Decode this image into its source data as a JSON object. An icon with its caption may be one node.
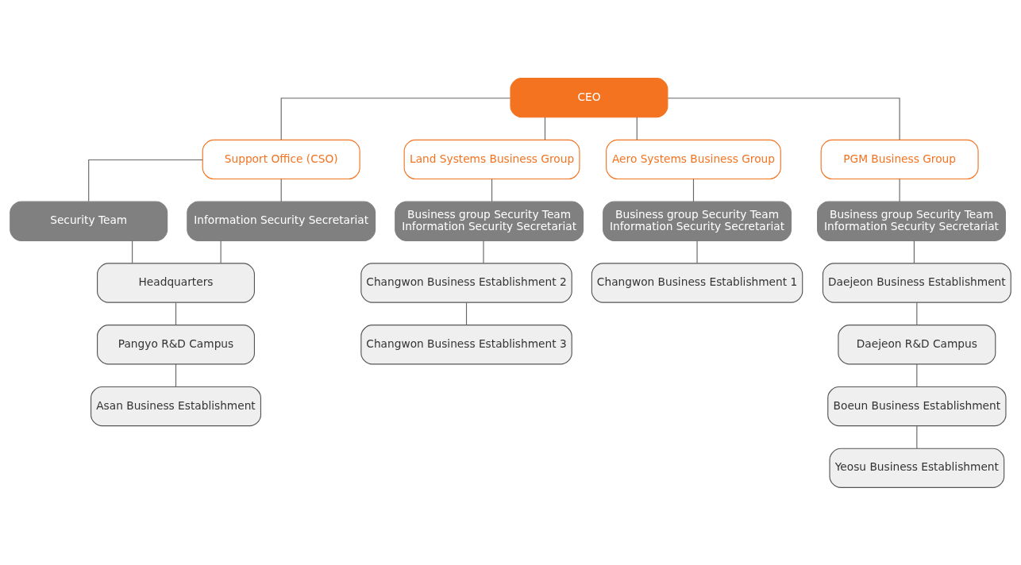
{
  "diagram": {
    "nodes": [
      {
        "text": [
          "CEO"
        ]
      },
      {
        "text": [
          "Support Office (CSO)"
        ]
      },
      {
        "text": [
          "Land Systems Business Group"
        ]
      },
      {
        "text": [
          "Aero Systems Business Group"
        ]
      },
      {
        "text": [
          "PGM Business Group"
        ]
      },
      {
        "text": [
          "Security Team"
        ]
      },
      {
        "text": [
          "Information Security Secretariat"
        ]
      },
      {
        "text": [
          "Business group Security Team",
          "Information Security Secretariat"
        ]
      },
      {
        "text": [
          "Business group Security Team",
          "Information Security Secretariat"
        ]
      },
      {
        "text": [
          "Business group Security Team",
          "Information Security Secretariat"
        ]
      },
      {
        "text": [
          "Headquarters"
        ]
      },
      {
        "text": [
          "Changwon Business Establishment 2"
        ]
      },
      {
        "text": [
          "Changwon Business Establishment 1"
        ]
      },
      {
        "text": [
          "Daejeon Business Establishment"
        ]
      },
      {
        "text": [
          "Pangyo R&D Campus"
        ]
      },
      {
        "text": [
          "Changwon Business Establishment 3"
        ]
      },
      {
        "text": [
          "Daejeon R&D Campus"
        ]
      },
      {
        "text": [
          "Asan Business Establishment"
        ]
      },
      {
        "text": [
          "Boeun Business Establishment"
        ]
      },
      {
        "text": [
          "Yeosu Business Establishment"
        ]
      }
    ],
    "edges": [
      {
        "from": 0,
        "to": 1,
        "arrow": "none"
      },
      {
        "from": 0,
        "to": 2,
        "arrow": "none"
      },
      {
        "from": 0,
        "to": 3,
        "arrow": "none"
      },
      {
        "from": 0,
        "to": 4,
        "arrow": "none"
      },
      {
        "from": 1,
        "to": 5,
        "arrow": "none"
      },
      {
        "from": 1,
        "to": 6,
        "arrow": "none"
      },
      {
        "from": 5,
        "to": 10,
        "arrow": "none"
      },
      {
        "from": 6,
        "to": 10,
        "arrow": "none"
      },
      {
        "from": 10,
        "to": 14,
        "arrow": "none"
      },
      {
        "from": 14,
        "to": 17,
        "arrow": "none"
      },
      {
        "from": 2,
        "to": 7,
        "arrow": "none"
      },
      {
        "from": 7,
        "to": 11,
        "arrow": "none"
      },
      {
        "from": 11,
        "to": 15,
        "arrow": "none"
      },
      {
        "from": 3,
        "to": 8,
        "arrow": "none"
      },
      {
        "from": 8,
        "to": 12,
        "arrow": "none"
      },
      {
        "from": 4,
        "to": 9,
        "arrow": "none"
      },
      {
        "from": 9,
        "to": 13,
        "arrow": "none"
      },
      {
        "from": 13,
        "to": 16,
        "arrow": "none"
      },
      {
        "from": 16,
        "to": 18,
        "arrow": "none"
      },
      {
        "from": 18,
        "to": 19,
        "arrow": "none"
      }
    ]
  }
}
